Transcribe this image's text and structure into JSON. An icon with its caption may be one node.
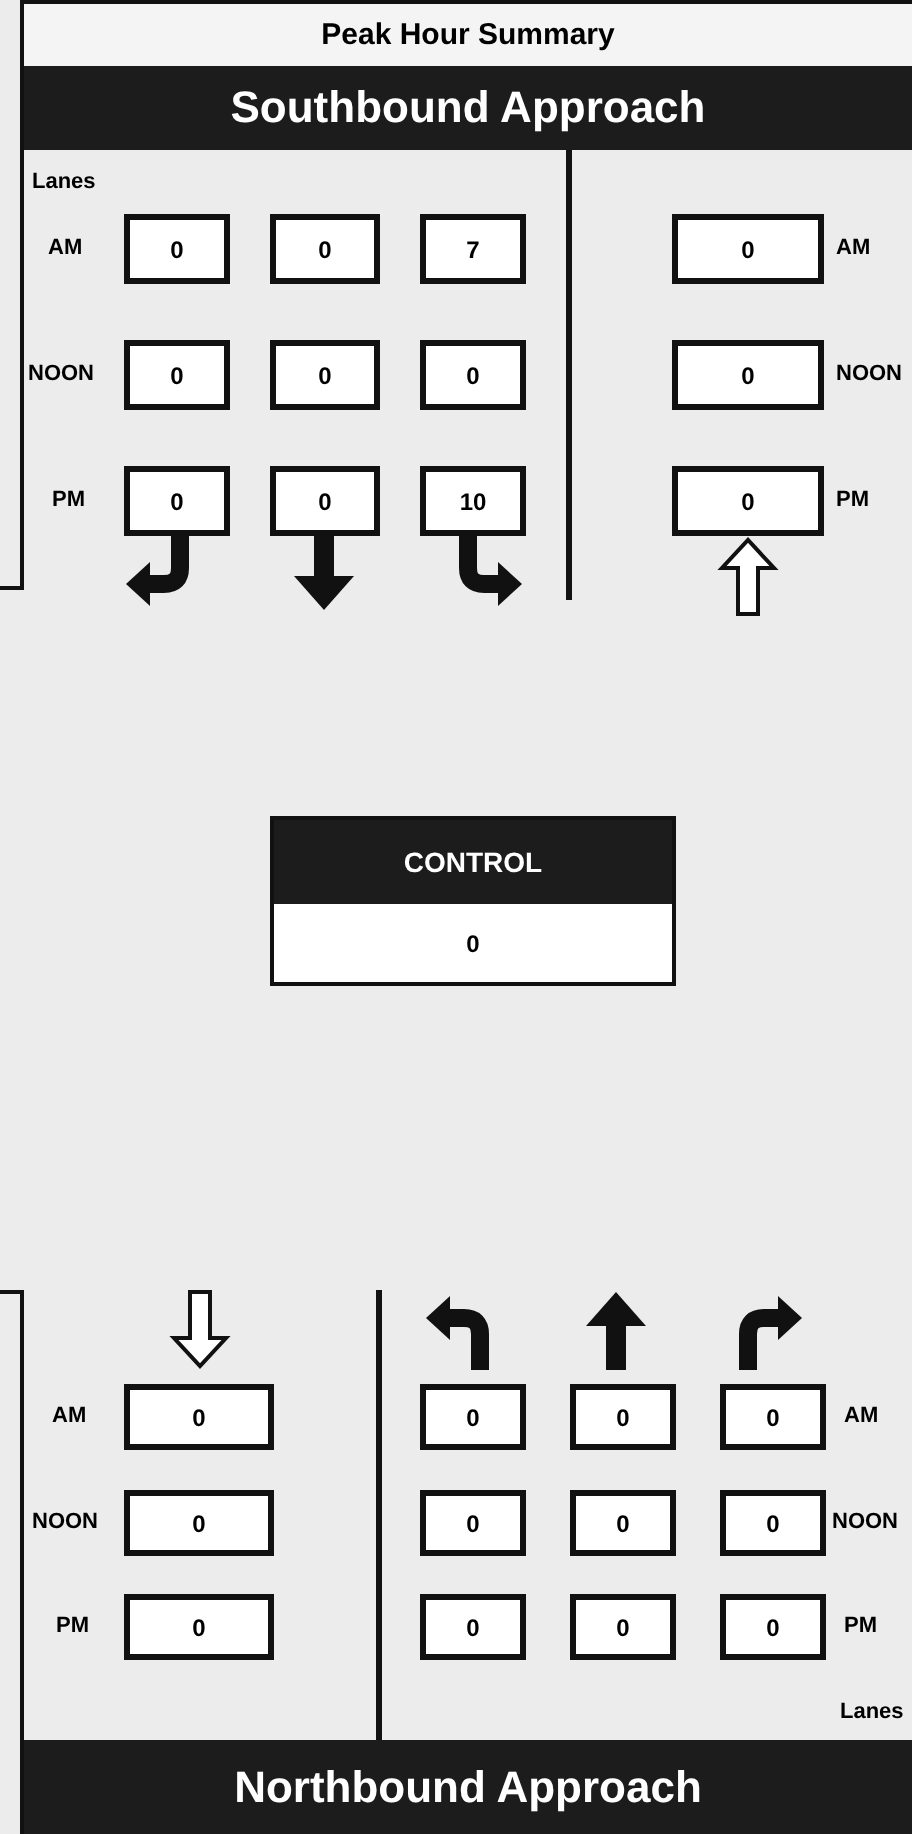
{
  "diagram": {
    "title": "Peak Hour Summary",
    "nodes": [
      {
        "text": [
          "Southbound Approach"
        ]
      },
      {
        "text": [
          "0"
        ]
      },
      {
        "text": [
          "0"
        ]
      },
      {
        "text": [
          "7"
        ]
      },
      {
        "text": [
          "0"
        ]
      },
      {
        "text": [
          "0"
        ]
      },
      {
        "text": [
          "0"
        ]
      },
      {
        "text": [
          "0"
        ]
      },
      {
        "text": [
          "0"
        ]
      },
      {
        "text": [
          "0"
        ]
      },
      {
        "text": [
          "0"
        ]
      },
      {
        "text": [
          "10"
        ]
      },
      {
        "text": [
          "0"
        ]
      },
      {
        "text": [
          "CONTROL",
          "0"
        ]
      },
      {
        "text": [
          "0"
        ]
      },
      {
        "text": [
          "0"
        ]
      },
      {
        "text": [
          "0"
        ]
      },
      {
        "text": [
          "0"
        ]
      },
      {
        "text": [
          "0"
        ]
      },
      {
        "text": [
          "0"
        ]
      },
      {
        "text": [
          "0"
        ]
      },
      {
        "text": [
          "0"
        ]
      },
      {
        "text": [
          "0"
        ]
      },
      {
        "text": [
          "0"
        ]
      },
      {
        "text": [
          "0"
        ]
      },
      {
        "text": [
          "0"
        ]
      },
      {
        "text": [
          "Northbound Approach"
        ]
      }
    ],
    "labels": [
      "Lanes",
      "AM",
      "AM",
      "NOON",
      "NOON",
      "PM",
      "PM",
      "AM",
      "AM",
      "NOON",
      "NOON",
      "PM",
      "PM",
      "Lanes"
    ]
  }
}
